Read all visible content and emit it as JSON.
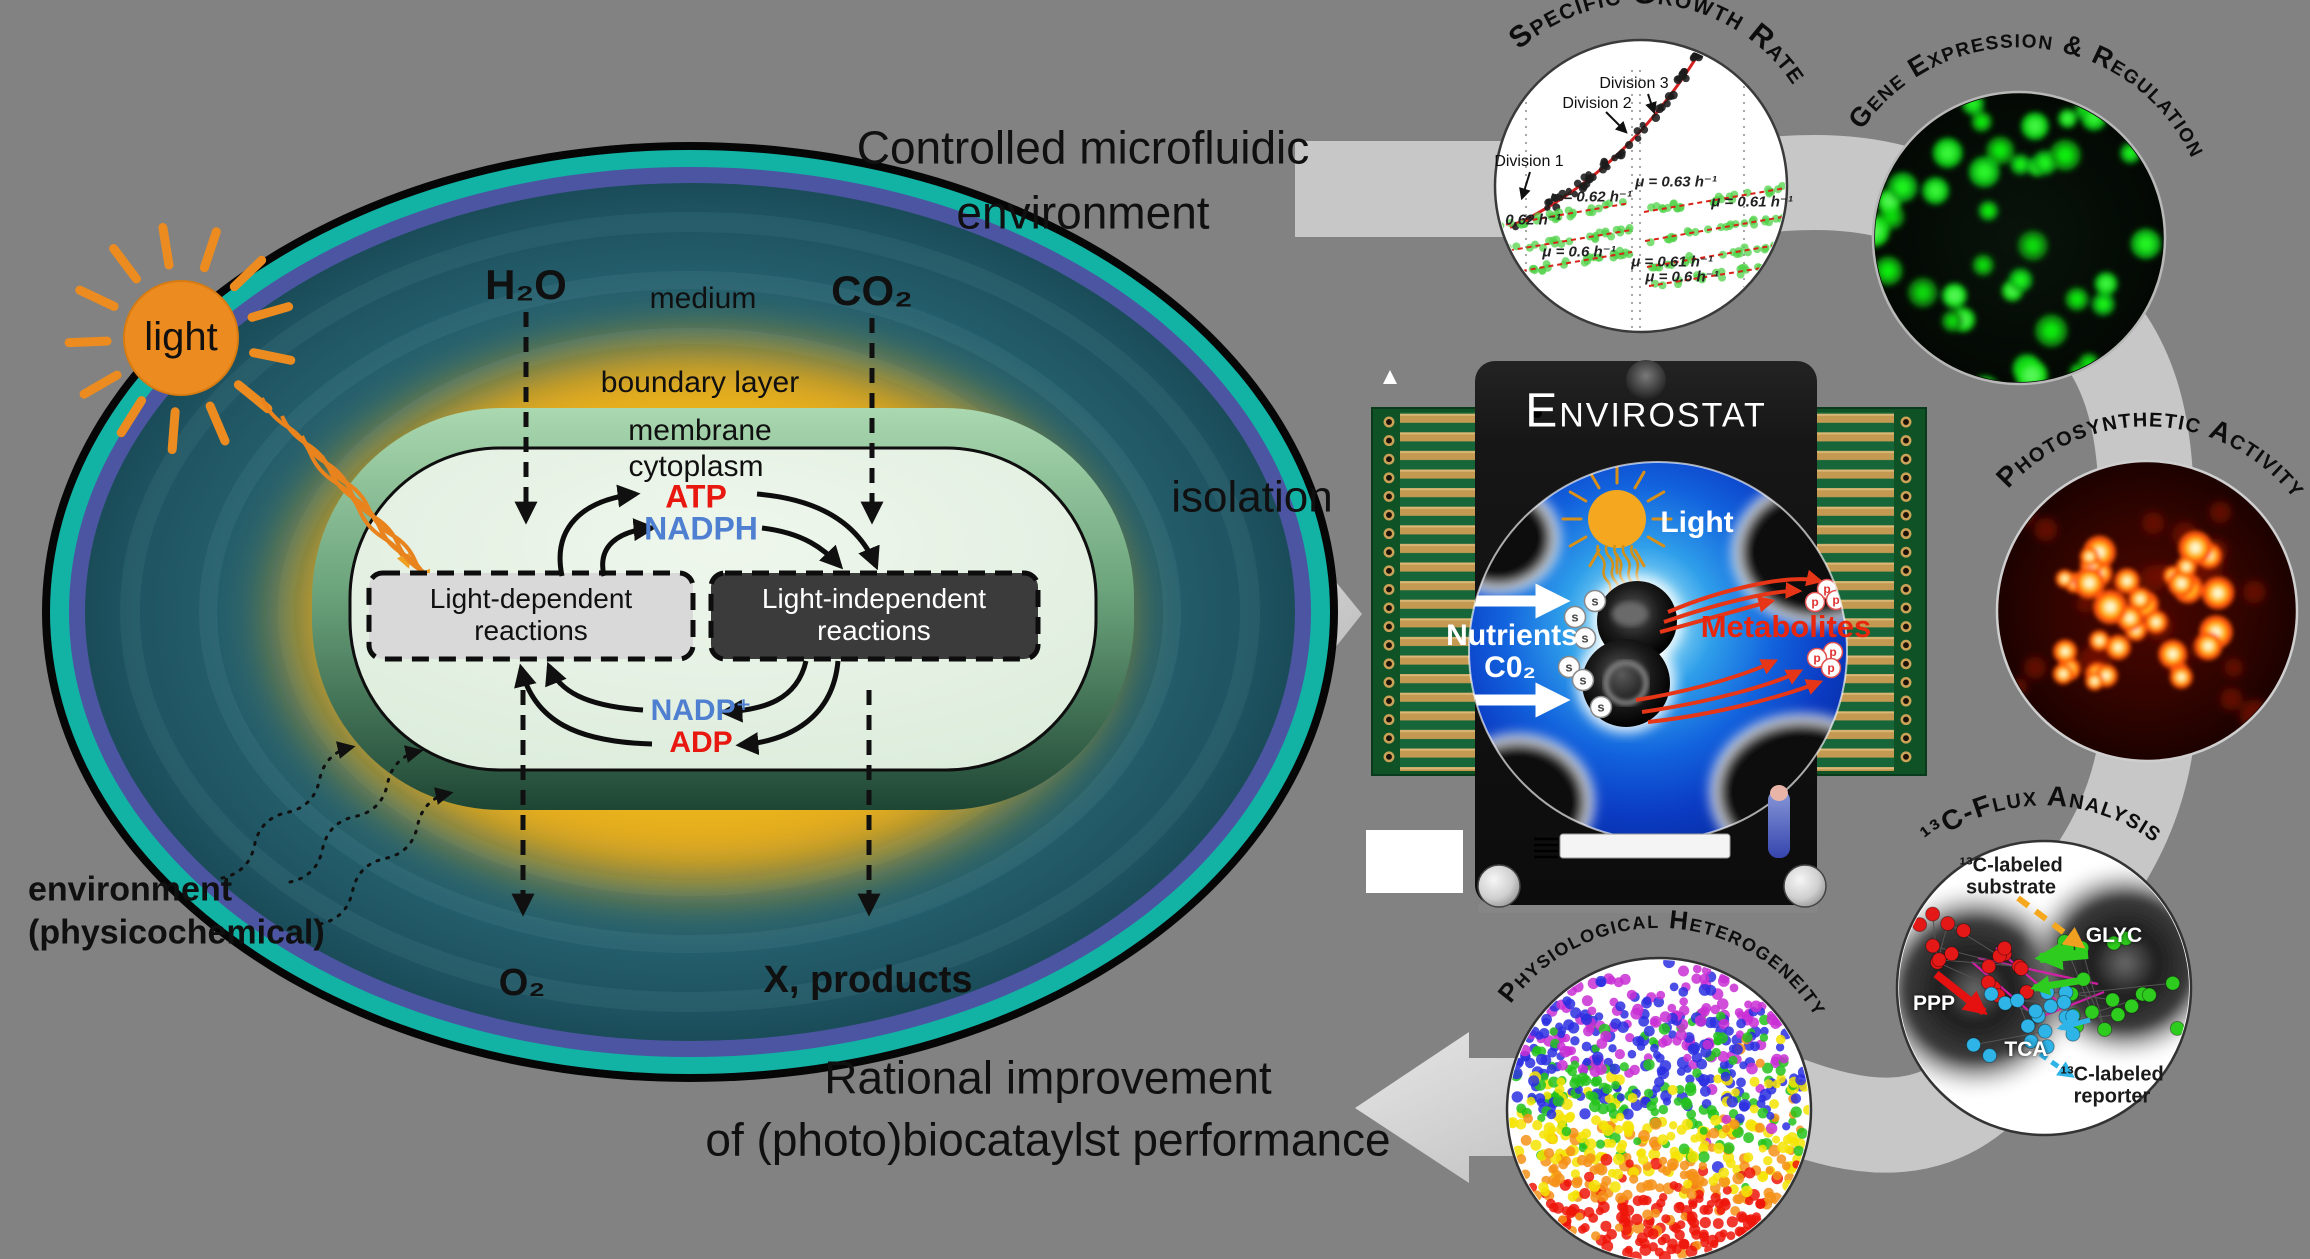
{
  "background_color": "#828282",
  "header": {
    "title_line1": "Controlled microfluidic",
    "title_line2": "environment"
  },
  "cell_diagram": {
    "sun_label": "light",
    "inputs": {
      "h2o": "H₂O",
      "co2": "CO₂"
    },
    "layers": {
      "medium": "medium",
      "boundary_layer": "boundary layer",
      "membrane": "membrane",
      "cytoplasm": "cytoplasm"
    },
    "metabolites": {
      "atp": "ATP",
      "nadph": "NADPH",
      "nadp_plus": "NADP⁺",
      "adp": "ADP"
    },
    "reaction_boxes": {
      "light_dependent": {
        "line1": "Light-dependent",
        "line2": "reactions"
      },
      "light_independent": {
        "line1": "Light-independent",
        "line2": "reactions"
      }
    },
    "outputs": {
      "o2": "O₂",
      "x_products": "X, products"
    },
    "environment": {
      "line1": "environment",
      "line2": "(physicochemical)"
    }
  },
  "isolation_label": "isolation",
  "device": {
    "name": "Envirostat",
    "light_label": "Light",
    "nutrients_label": "Nutrients",
    "co2_label": "C0₂",
    "metabolites_label": "Metabolites",
    "substrate_marker": "s",
    "product_marker": "p"
  },
  "workflow": {
    "growth": {
      "title": "Specific Growth Rate",
      "divisions": [
        "Division 1",
        "Division 2",
        "Division 3"
      ],
      "mu_labels": {
        "top_left": "μ = 0.62 h⁻¹",
        "top_mid": "μ = 0.63 h⁻¹",
        "top_right": "μ = 0.61 h⁻¹",
        "left_edge": "0.62 h⁻¹",
        "bottom_left": "μ = 0.6 h⁻¹",
        "bottom_mid": "μ = 0.61 h⁻¹",
        "bottom_mid2": "μ = 0.6 h⁻¹"
      }
    },
    "gene": {
      "title": "Gene Expression & Regulation"
    },
    "photo": {
      "title": "Photosynthetic Activity"
    },
    "flux": {
      "title": "¹³C-Flux Analysis",
      "labels": {
        "substrate_line1": "¹³C-labeled",
        "substrate_line2": "substrate",
        "glyc": "GLYC",
        "ppp": "PPP",
        "tca": "TCA",
        "reporter_line1": "¹³C-labeled",
        "reporter_line2": "reporter"
      }
    },
    "heterogeneity": {
      "title": "Physiological Heterogeneity"
    }
  },
  "footer": {
    "line1": "Rational improvement",
    "line2": "of (photo)biocataylst performance"
  },
  "colors": {
    "accent_teal": "#12b2a4",
    "accent_gold": "#edbb22",
    "atp_red": "#e81810",
    "nadph_blue": "#4f7fd0",
    "metabolites_red": "#e8260e",
    "band_gray": "#c7c7c7"
  }
}
